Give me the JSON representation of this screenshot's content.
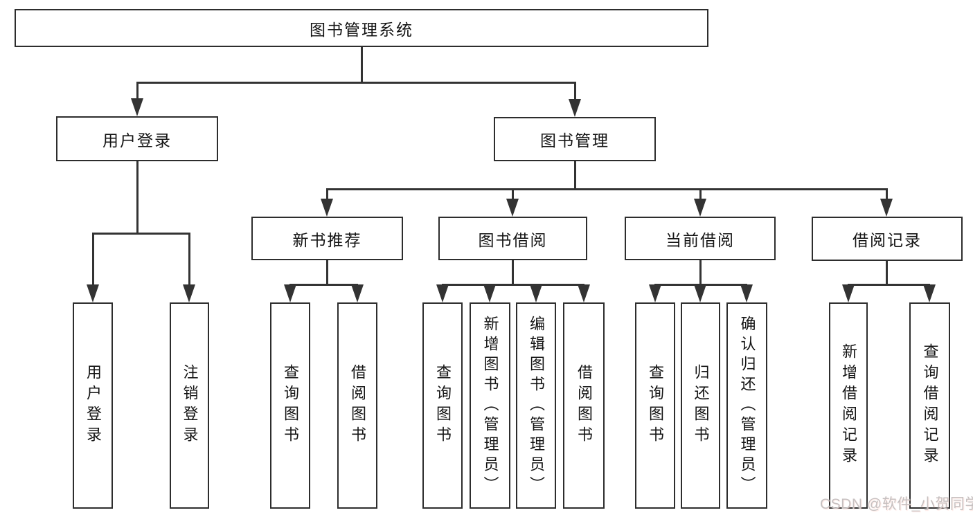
{
  "diagram": {
    "title": "图书管理系统",
    "type": "hierarchy-tree",
    "colors": {
      "background": "#ffffff",
      "box_border": "#2d2d2d",
      "line": "#333333",
      "text": "#141414",
      "watermark_text": "#c6c0c0"
    },
    "nodes": {
      "root": {
        "label": "图书管理系统"
      },
      "user_login": {
        "label": "用户登录"
      },
      "book_mgmt": {
        "label": "图书管理"
      },
      "new_book_rec": {
        "label": "新书推荐"
      },
      "book_borrow": {
        "label": "图书借阅"
      },
      "current_borrow": {
        "label": "当前借阅"
      },
      "borrow_record": {
        "label": "借阅记录"
      },
      "leaf_user_login": {
        "label": "用户登录"
      },
      "leaf_logout": {
        "label": "注销登录"
      },
      "leaf_query_books_1": {
        "label": "查询图书"
      },
      "leaf_borrow_books_1": {
        "label": "借阅图书"
      },
      "leaf_query_books_2": {
        "label": "查询图书"
      },
      "leaf_add_book": {
        "label": "新增图书（管理员）"
      },
      "leaf_edit_book": {
        "label": "编辑图书（管理员）"
      },
      "leaf_borrow_books_2": {
        "label": "借阅图书"
      },
      "leaf_query_books_3": {
        "label": "查询图书"
      },
      "leaf_return_book": {
        "label": "归还图书"
      },
      "leaf_confirm_return": {
        "label": "确认归还（管理员）"
      },
      "leaf_add_borrow_record": {
        "label": "新增借阅记录"
      },
      "leaf_query_borrow_record": {
        "label": "查询借阅记录"
      }
    },
    "edges": [
      {
        "from": "root",
        "to": "user_login"
      },
      {
        "from": "root",
        "to": "book_mgmt"
      },
      {
        "from": "user_login",
        "to": "leaf_user_login"
      },
      {
        "from": "user_login",
        "to": "leaf_logout"
      },
      {
        "from": "book_mgmt",
        "to": "new_book_rec"
      },
      {
        "from": "book_mgmt",
        "to": "book_borrow"
      },
      {
        "from": "book_mgmt",
        "to": "current_borrow"
      },
      {
        "from": "book_mgmt",
        "to": "borrow_record"
      },
      {
        "from": "new_book_rec",
        "to": "leaf_query_books_1"
      },
      {
        "from": "new_book_rec",
        "to": "leaf_borrow_books_1"
      },
      {
        "from": "book_borrow",
        "to": "leaf_query_books_2"
      },
      {
        "from": "book_borrow",
        "to": "leaf_add_book"
      },
      {
        "from": "book_borrow",
        "to": "leaf_edit_book"
      },
      {
        "from": "book_borrow",
        "to": "leaf_borrow_books_2"
      },
      {
        "from": "current_borrow",
        "to": "leaf_query_books_3"
      },
      {
        "from": "current_borrow",
        "to": "leaf_return_book"
      },
      {
        "from": "current_borrow",
        "to": "leaf_confirm_return"
      },
      {
        "from": "borrow_record",
        "to": "leaf_add_borrow_record"
      },
      {
        "from": "borrow_record",
        "to": "leaf_query_borrow_record"
      }
    ]
  },
  "watermark": {
    "text": "CSDN @软件_小贺同学"
  }
}
